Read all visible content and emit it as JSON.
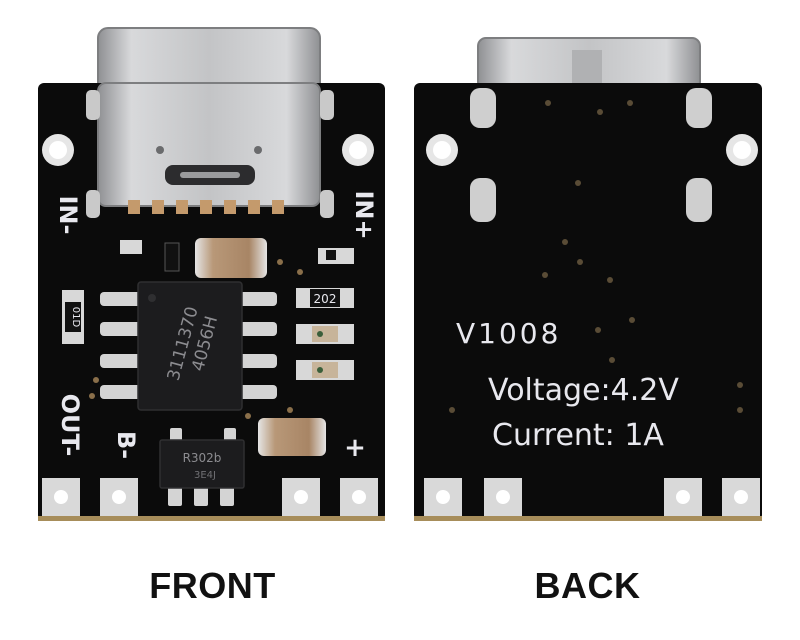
{
  "captions": {
    "front": "FRONT",
    "back": "BACK"
  },
  "front_board": {
    "labels": {
      "in_minus": "IN-",
      "in_plus": "IN+",
      "out_minus": "OUT-",
      "b_minus": "B-",
      "b_plus": "+"
    },
    "chip_main": {
      "line1": "4056H",
      "line2": "3111370"
    },
    "chip_small": {
      "line1": "R302b",
      "line2": "3E4J"
    },
    "resistor_marks": {
      "r1": "202",
      "r2": "01D"
    }
  },
  "back_board": {
    "version": "V1008",
    "voltage": "Voltage:4.2V",
    "current": "Current: 1A"
  },
  "colors": {
    "pcb": "#0b0b0b",
    "silkscreen": "#e8e8ee",
    "pad": "#d9d9d9",
    "usb_metal": "#c9cacc",
    "capacitor": "#b08a6a",
    "led": "#c7b49a"
  }
}
